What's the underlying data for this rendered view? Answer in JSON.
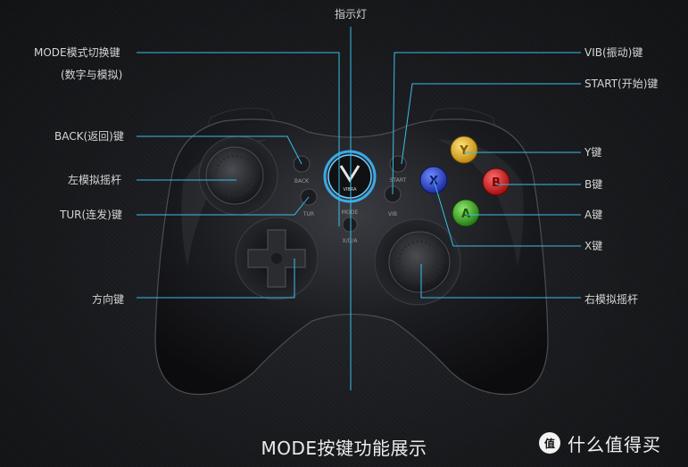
{
  "labels": {
    "indicator": "指示灯",
    "mode_switch": "MODE模式切换键",
    "mode_switch_sub": "(数字与模拟)",
    "back": "BACK(返回)键",
    "left_stick": "左模拟摇杆",
    "turbo": "TUR(连发)键",
    "dpad": "方向键",
    "vib": "VIB(振动)键",
    "start": "START(开始)键",
    "y": "Y键",
    "b": "B键",
    "a": "A键",
    "x": "X键",
    "right_stick": "右模拟摇杆"
  },
  "controller_text": {
    "back": "BACK",
    "tur": "TUR",
    "mode": "MODE",
    "start": "START",
    "vib": "VIB",
    "xda": "X/D/A",
    "brand": "VIBRA"
  },
  "caption": "MODE按键功能展示",
  "watermark": {
    "icon": "值",
    "text": "什么值得买"
  },
  "colors": {
    "line": "#38bfe8",
    "y_button": "#e6b51a",
    "b_button": "#d42a2a",
    "a_button": "#3fae2c",
    "x_button": "#2f4ed9",
    "ring": "#3ab8ff"
  }
}
